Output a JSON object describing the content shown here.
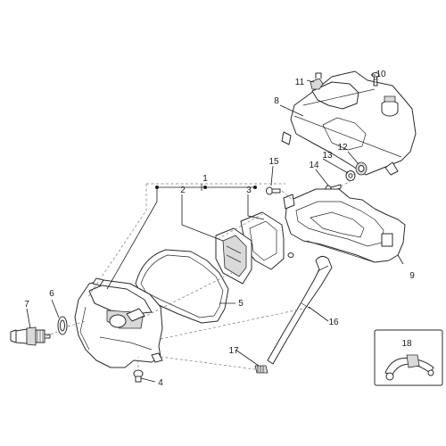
{
  "callouts": [
    {
      "id": "1",
      "label": "1"
    },
    {
      "id": "2",
      "label": "2"
    },
    {
      "id": "3",
      "label": "3"
    },
    {
      "id": "4",
      "label": "4"
    },
    {
      "id": "5",
      "label": "5"
    },
    {
      "id": "6",
      "label": "6"
    },
    {
      "id": "7",
      "label": "7"
    },
    {
      "id": "8",
      "label": "8"
    },
    {
      "id": "9",
      "label": "9"
    },
    {
      "id": "10",
      "label": "10"
    },
    {
      "id": "11",
      "label": "11"
    },
    {
      "id": "12",
      "label": "12"
    },
    {
      "id": "13",
      "label": "13"
    },
    {
      "id": "14",
      "label": "14"
    },
    {
      "id": "15",
      "label": "15"
    },
    {
      "id": "16",
      "label": "16"
    },
    {
      "id": "17",
      "label": "17"
    },
    {
      "id": "18",
      "label": "18"
    }
  ],
  "colors": {
    "line": "#2b2b2b",
    "shade": "#d9d9d9",
    "background": "#ffffff"
  }
}
